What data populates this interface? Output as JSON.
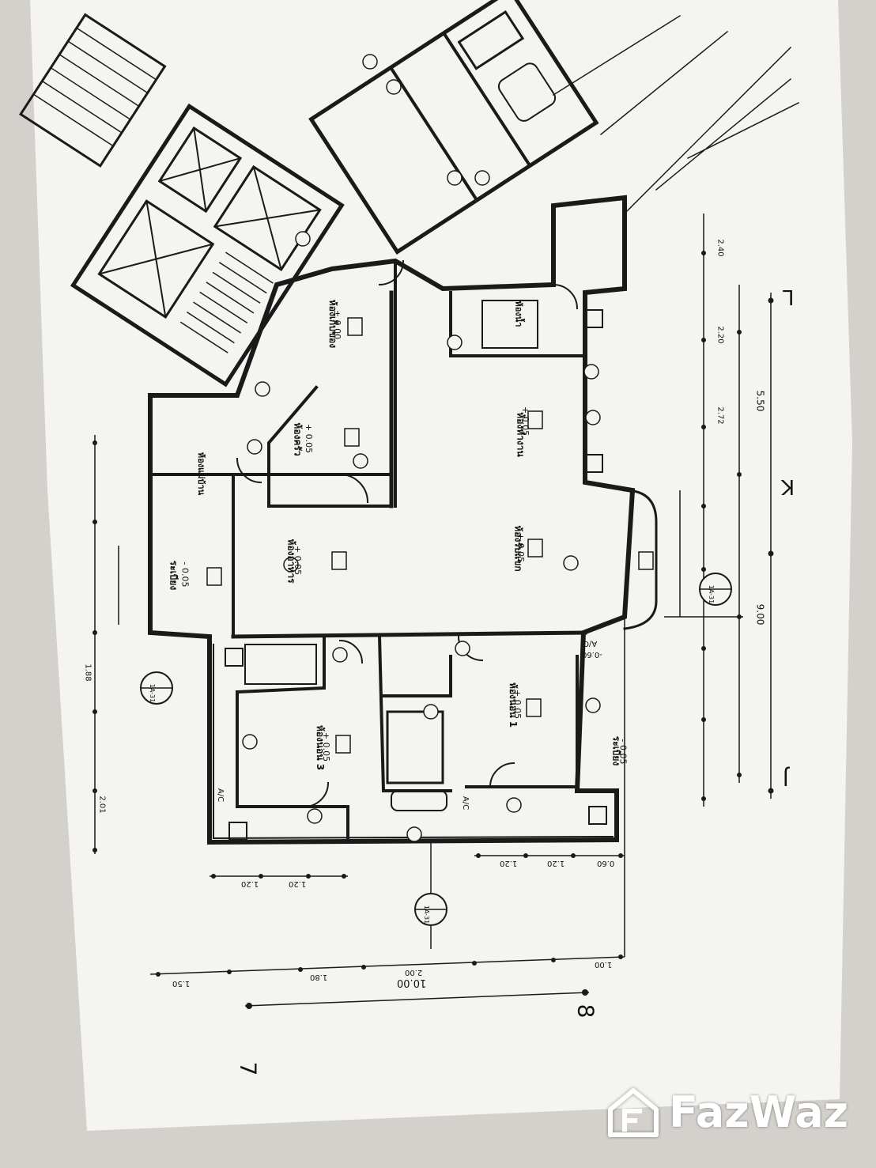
{
  "watermark": {
    "brand": "FazWaz"
  },
  "grid": {
    "L": "L",
    "K": "K",
    "J": "J",
    "n7": "7",
    "n8": "8"
  },
  "rooms": {
    "living": "ห้องรับแขก",
    "dining": "ห้องอาหาร",
    "work": "ห้องทำงาน",
    "kitchen": "ห้องครัว",
    "storage": "ห้องเก็บของ",
    "bed1": "ห้องนอน 1",
    "bed3": "ห้องนอน 3",
    "balcony": "ระเบียง",
    "bath": "ห้องน้ำ",
    "maid": "ห้องแม่บ้าน"
  },
  "levels": {
    "plus005": "+ 0.05",
    "minus005": "- 0.05",
    "zero": "± 0.00",
    "minus060": "-0.60"
  },
  "dimensions": {
    "d1000": "10.00",
    "d900": "9.00",
    "d550": "5.50",
    "d120": "1.20",
    "d150": "1.50",
    "d180": "1.80",
    "d200": "2.00",
    "d100": "1.00",
    "d060": "0.60",
    "d201": "2.01",
    "d188": "1.88",
    "d272": "2.72",
    "d220": "2.20",
    "d240": "2.40"
  },
  "tags": {
    "ac": "A/C",
    "sec": "1A-31"
  }
}
